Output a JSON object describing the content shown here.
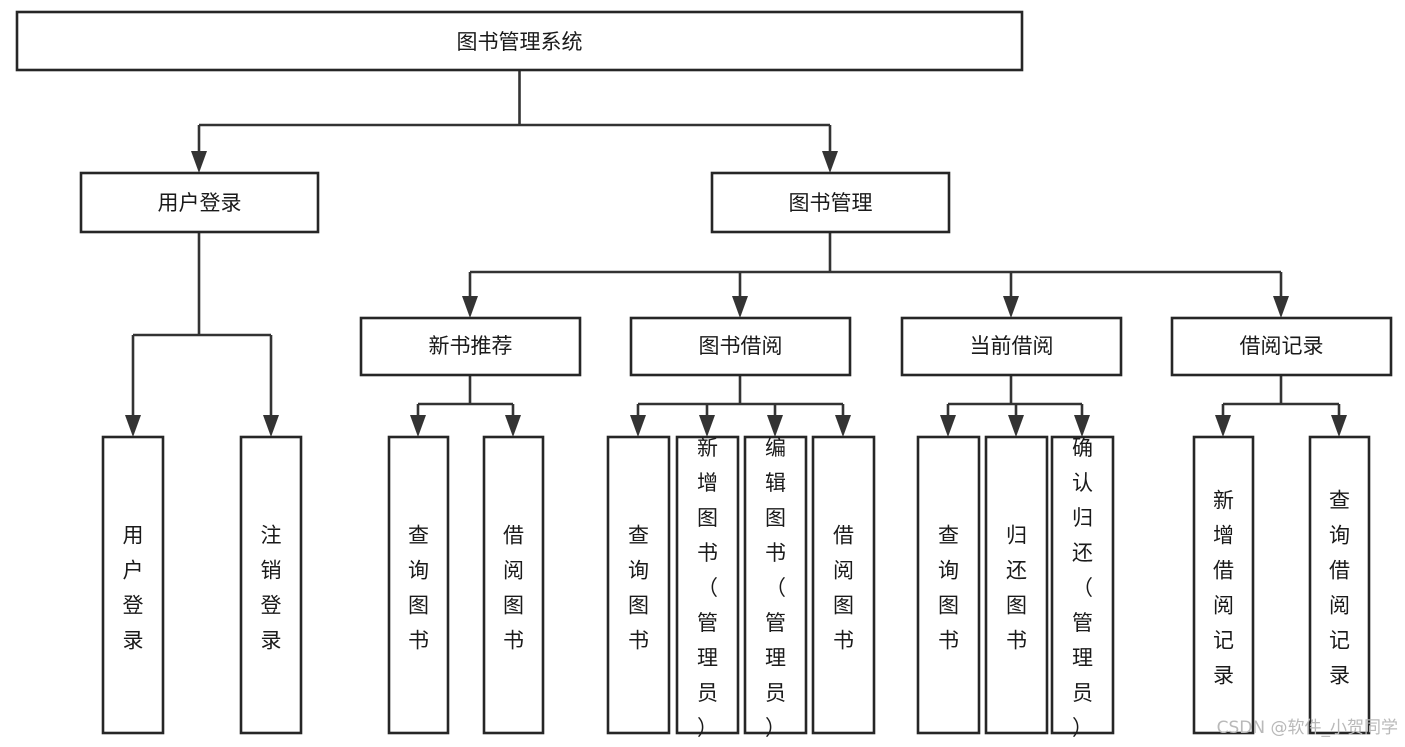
{
  "diagram": {
    "title": "图书管理系统",
    "type": "tree-hierarchy-chart",
    "root": {
      "id": "root",
      "label": "图书管理系统",
      "orientation": "horizontal"
    },
    "level2": [
      {
        "id": "user-login",
        "label": "用户登录",
        "orientation": "horizontal"
      },
      {
        "id": "book-manage",
        "label": "图书管理",
        "orientation": "horizontal"
      }
    ],
    "level3": [
      {
        "id": "new-book-recommend",
        "label": "新书推荐",
        "orientation": "horizontal",
        "parent": "book-manage"
      },
      {
        "id": "book-borrow",
        "label": "图书借阅",
        "orientation": "horizontal",
        "parent": "book-manage"
      },
      {
        "id": "current-borrow",
        "label": "当前借阅",
        "orientation": "horizontal",
        "parent": "book-manage"
      },
      {
        "id": "borrow-record",
        "label": "借阅记录",
        "orientation": "horizontal",
        "parent": "book-manage"
      }
    ],
    "leaves": [
      {
        "id": "leaf-user-login",
        "label": "用户登录",
        "orientation": "vertical",
        "parent": "user-login"
      },
      {
        "id": "leaf-logout-login",
        "label": "注销登录",
        "orientation": "vertical",
        "parent": "user-login"
      },
      {
        "id": "leaf-query-book-1",
        "label": "查询图书",
        "orientation": "vertical",
        "parent": "new-book-recommend"
      },
      {
        "id": "leaf-borrow-book-1",
        "label": "借阅图书",
        "orientation": "vertical",
        "parent": "new-book-recommend"
      },
      {
        "id": "leaf-query-book-2",
        "label": "查询图书",
        "orientation": "vertical",
        "parent": "book-borrow"
      },
      {
        "id": "leaf-add-book",
        "label": "新增图书（管理员）",
        "orientation": "vertical",
        "parent": "book-borrow"
      },
      {
        "id": "leaf-edit-book",
        "label": "编辑图书（管理员）",
        "orientation": "vertical",
        "parent": "book-borrow"
      },
      {
        "id": "leaf-borrow-book-2",
        "label": "借阅图书",
        "orientation": "vertical",
        "parent": "book-borrow"
      },
      {
        "id": "leaf-query-book-3",
        "label": "查询图书",
        "orientation": "vertical",
        "parent": "current-borrow"
      },
      {
        "id": "leaf-return-book",
        "label": "归还图书",
        "orientation": "vertical",
        "parent": "current-borrow"
      },
      {
        "id": "leaf-confirm-return",
        "label": "确认归还（管理员）",
        "orientation": "vertical",
        "parent": "current-borrow"
      },
      {
        "id": "leaf-add-record",
        "label": "新增借阅记录",
        "orientation": "vertical",
        "parent": "borrow-record"
      },
      {
        "id": "leaf-query-record",
        "label": "查询借阅记录",
        "orientation": "vertical",
        "parent": "borrow-record"
      }
    ]
  },
  "watermark": {
    "text": "CSDN @软件_小贺同学"
  },
  "colors": {
    "box_stroke": "#262626",
    "connector": "#333333",
    "background": "#ffffff",
    "label": "#1a1a1a",
    "watermark": "#b9b9b9"
  }
}
